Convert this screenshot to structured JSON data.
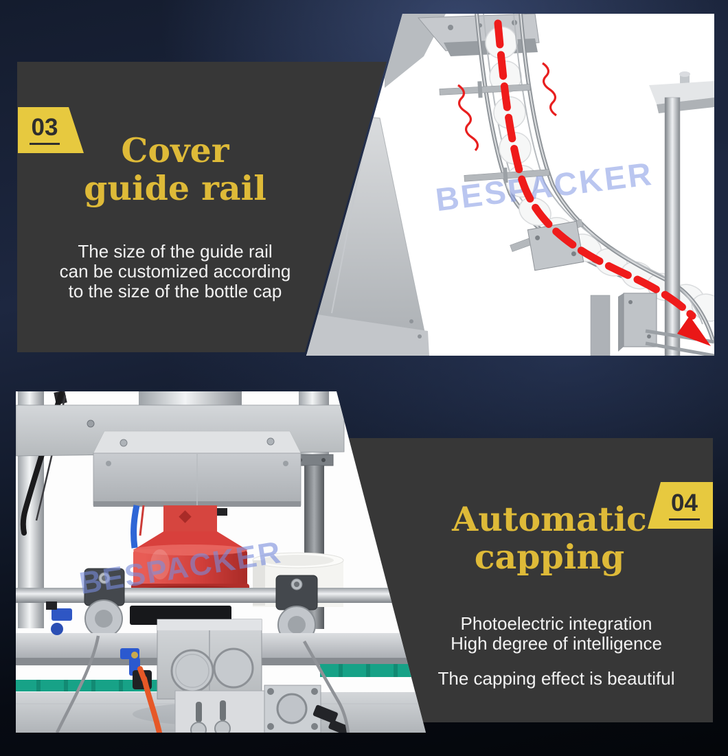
{
  "brand": {
    "watermark": "BESPACKER"
  },
  "colors": {
    "background_navy": "#1b2438",
    "panel_gray": "#373737",
    "badge_yellow": "#e7c93f",
    "heading_yellow": "#deba38",
    "text_white": "#f2f2f2",
    "arrow_red": "#ee1d1d",
    "green_conveyor": "#17a287",
    "capping_head_red": "#d63e3a"
  },
  "sections": [
    {
      "number": "03",
      "title_lines": [
        "Cover",
        "guide rail"
      ],
      "description_lines": [
        "The size of the guide rail",
        "can be customized according",
        "to the size of the bottle cap"
      ],
      "photo": {
        "label": "cap guide rail chute with caps and red flow arrow",
        "watermark": "BESPACKER"
      }
    },
    {
      "number": "04",
      "title_lines": [
        "Automatic",
        "capping"
      ],
      "description_lines": [
        "Photoelectric integration",
        "High degree of intelligence"
      ],
      "description_line_2": "The capping effect is beautiful",
      "photo": {
        "label": "automatic capping machine with red capping head",
        "watermark": "BESPACKER"
      }
    }
  ]
}
